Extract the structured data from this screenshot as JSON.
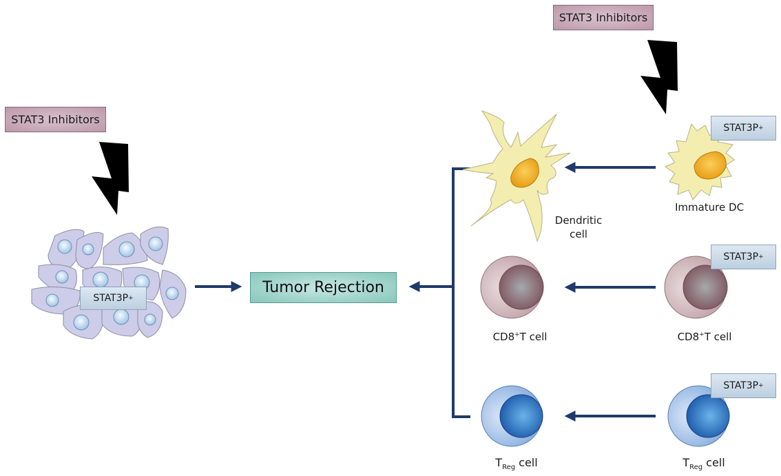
{
  "colors": {
    "arrow": "#1f3a68",
    "bolt": "#000000",
    "inhibitor_box": "#bc98a9",
    "stat_box": "#c8d8e8",
    "tumor_box": "#8ccbbf",
    "tumor_cell": "#ccccea",
    "dendritic_cell": "#f3eeb0",
    "nucleus_orange": "#f0a818",
    "cd8_cell": "#cdb0b5",
    "treg_cell": "#8fb4e4"
  },
  "left": {
    "inhibitor_label": "STAT3 Inhibitors",
    "bolt_icon": "lightning-bolt",
    "tumor_cluster_label": "STAT3P",
    "tumor_cluster_sup": "+"
  },
  "center": {
    "tumor_rejection_label": "Tumor Rejection"
  },
  "right": {
    "inhibitor_label": "STAT3 Inhibitors",
    "bolt_icon": "lightning-bolt",
    "rows": [
      {
        "before_label": "Immature DC",
        "stat_label": "STAT3P",
        "stat_sup": "+",
        "after_label_line1": "Dendritic",
        "after_label_line2": "cell"
      },
      {
        "before_label_main": "CD8",
        "before_label_sup": "+",
        "before_label_rest": "T cell",
        "stat_label": "STAT3P",
        "stat_sup": "+",
        "after_label_main": "CD8",
        "after_label_sup": "+",
        "after_label_rest": "T cell"
      },
      {
        "before_label_main": "T",
        "before_label_sub": "Reg",
        "before_label_rest": " cell",
        "stat_label": "STAT3P",
        "stat_sup": "+",
        "after_label_main": "T",
        "after_label_sub": "Reg",
        "after_label_rest": " cell"
      }
    ]
  }
}
